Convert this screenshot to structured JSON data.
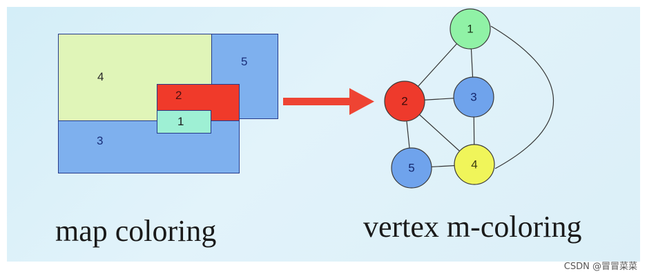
{
  "map": {
    "caption": "map coloring",
    "regions": [
      {
        "id": "4",
        "label": "4",
        "color": "#e0f5b8"
      },
      {
        "id": "5",
        "label": "5",
        "color": "#7eb0ee"
      },
      {
        "id": "3",
        "label": "3",
        "color": "#7eb0ee"
      },
      {
        "id": "2",
        "label": "2",
        "color": "#f03a2a"
      },
      {
        "id": "1",
        "label": "1",
        "color": "#9ef0d4"
      }
    ]
  },
  "arrow": {
    "color": "#ee4433"
  },
  "graph": {
    "caption": "vertex m-coloring",
    "nodes": [
      {
        "id": "1",
        "label": "1",
        "color": "#90f2a6"
      },
      {
        "id": "2",
        "label": "2",
        "color": "#ee3a2c"
      },
      {
        "id": "3",
        "label": "3",
        "color": "#6fa3ec"
      },
      {
        "id": "4",
        "label": "4",
        "color": "#f0f55a"
      },
      {
        "id": "5",
        "label": "5",
        "color": "#6fa3ec"
      }
    ],
    "edges": [
      [
        "1",
        "2"
      ],
      [
        "1",
        "3"
      ],
      [
        "1",
        "4"
      ],
      [
        "2",
        "3"
      ],
      [
        "2",
        "4"
      ],
      [
        "2",
        "5"
      ],
      [
        "3",
        "4"
      ],
      [
        "5",
        "4"
      ]
    ]
  },
  "watermark": "CSDN @冒冒菜菜"
}
